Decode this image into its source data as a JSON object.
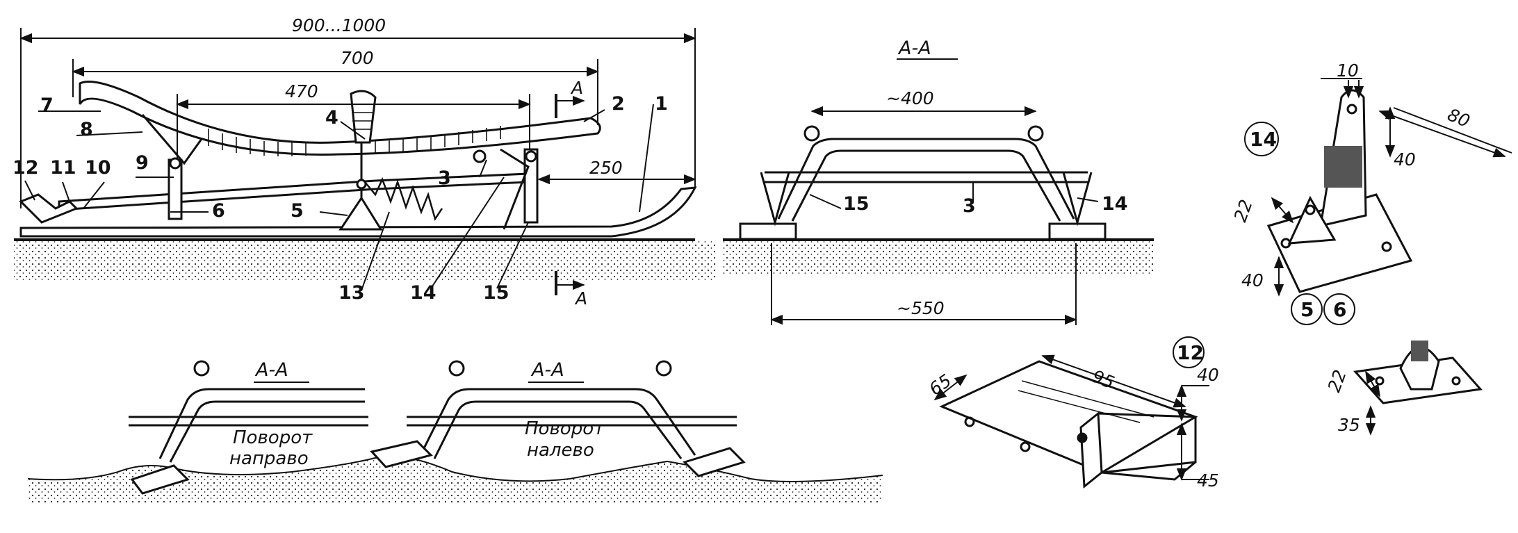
{
  "dimensions": {
    "overall_length": "900...1000",
    "seat_length": "700",
    "post_spacing": "470",
    "front_overhang": "250",
    "top_width": "~400",
    "base_width": "~550",
    "bracket_height_a": "10",
    "bracket_length": "80",
    "bracket_height_b": "40",
    "bracket_width": "22",
    "bracket_base": "40",
    "small_bracket_width": "22",
    "small_bracket_base": "35",
    "plate_width": "65",
    "plate_length": "95",
    "plate_height_top": "40",
    "plate_height_bottom": "45"
  },
  "section_labels": {
    "main": "A-A",
    "left": "A-A",
    "right": "A-A",
    "arrow_top": "A",
    "arrow_bottom": "A"
  },
  "part_numbers": [
    "1",
    "2",
    "3",
    "4",
    "5",
    "6",
    "7",
    "8",
    "9",
    "10",
    "11",
    "12",
    "13",
    "14",
    "15"
  ],
  "captions": {
    "turn_right_1": "Поворот",
    "turn_right_2": "направо",
    "turn_left_1": "Поворот",
    "turn_left_2": "налево"
  },
  "detail_callouts": {
    "bracket": "14",
    "bracket_5": "5",
    "bracket_6": "6",
    "plate": "12"
  }
}
